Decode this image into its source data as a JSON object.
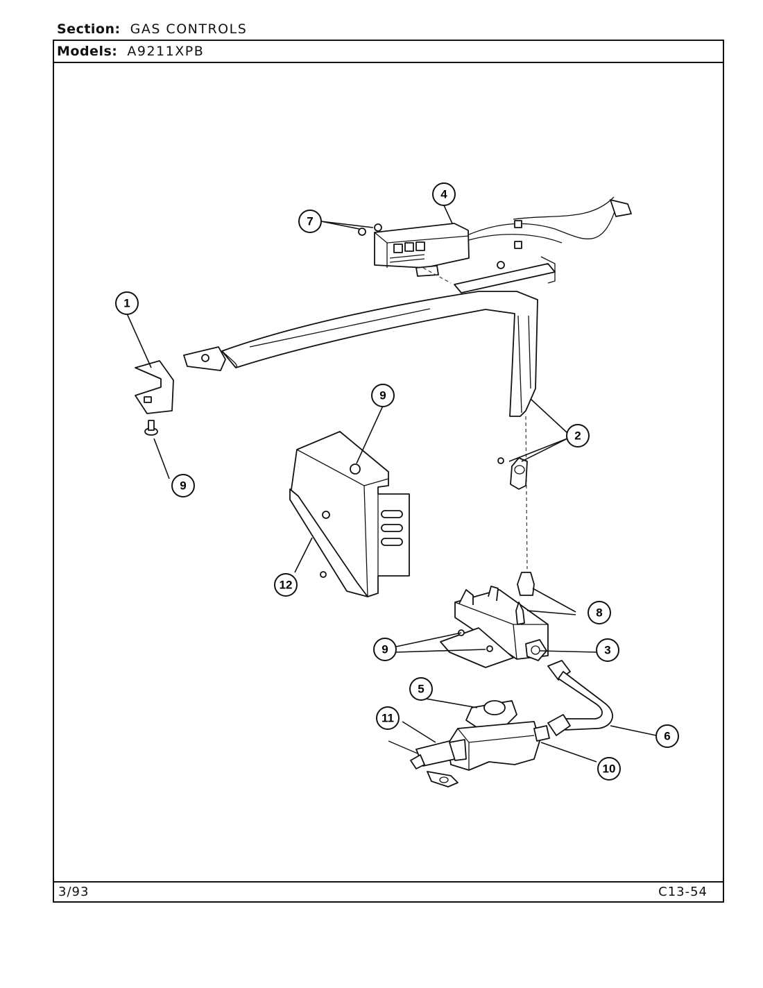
{
  "header": {
    "section_label": "Section:",
    "section_value": "GAS CONTROLS",
    "models_label": "Models:",
    "models_value": "A9211XPB"
  },
  "footer": {
    "date": "3/93",
    "page_code": "C13-54"
  },
  "callouts": [
    "1",
    "2",
    "3",
    "4",
    "5",
    "6",
    "7",
    "8",
    "9",
    "9",
    "9",
    "10",
    "11",
    "12"
  ]
}
